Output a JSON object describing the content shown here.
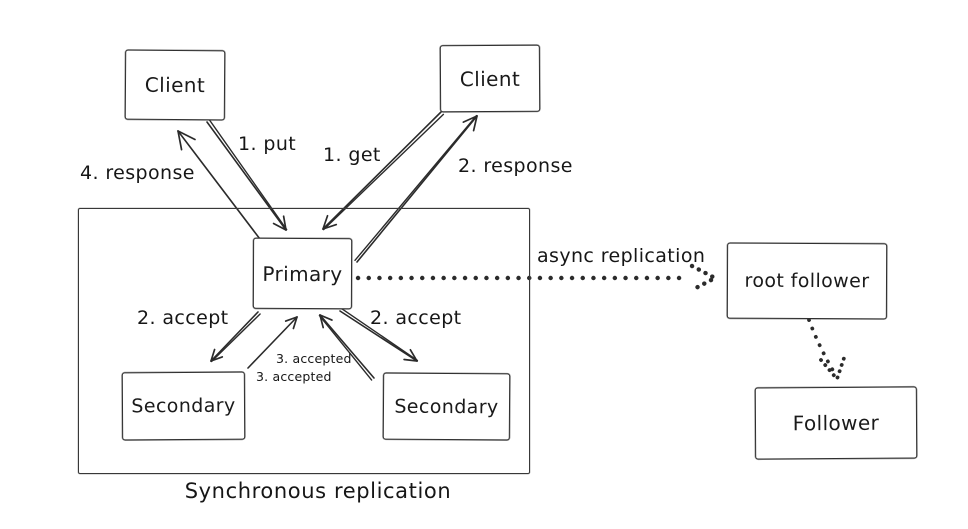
{
  "diagram": {
    "nodes": {
      "client_left": "Client",
      "client_right": "Client",
      "primary": "Primary",
      "secondary_left": "Secondary",
      "secondary_right": "Secondary",
      "root_follower": "root follower",
      "follower": "Follower"
    },
    "edge_labels": {
      "put": "1. put",
      "get": "1. get",
      "response_left": "4. response",
      "response_right": "2. response",
      "accept_left": "2. accept",
      "accept_right": "2. accept",
      "accepted_upper": "3. accepted",
      "accepted_lower": "3. accepted",
      "async_replication": "async replication"
    },
    "captions": {
      "sync_group": "Synchronous replication"
    },
    "colors": {
      "stroke": "#2b2b2b",
      "background": "#ffffff"
    }
  }
}
